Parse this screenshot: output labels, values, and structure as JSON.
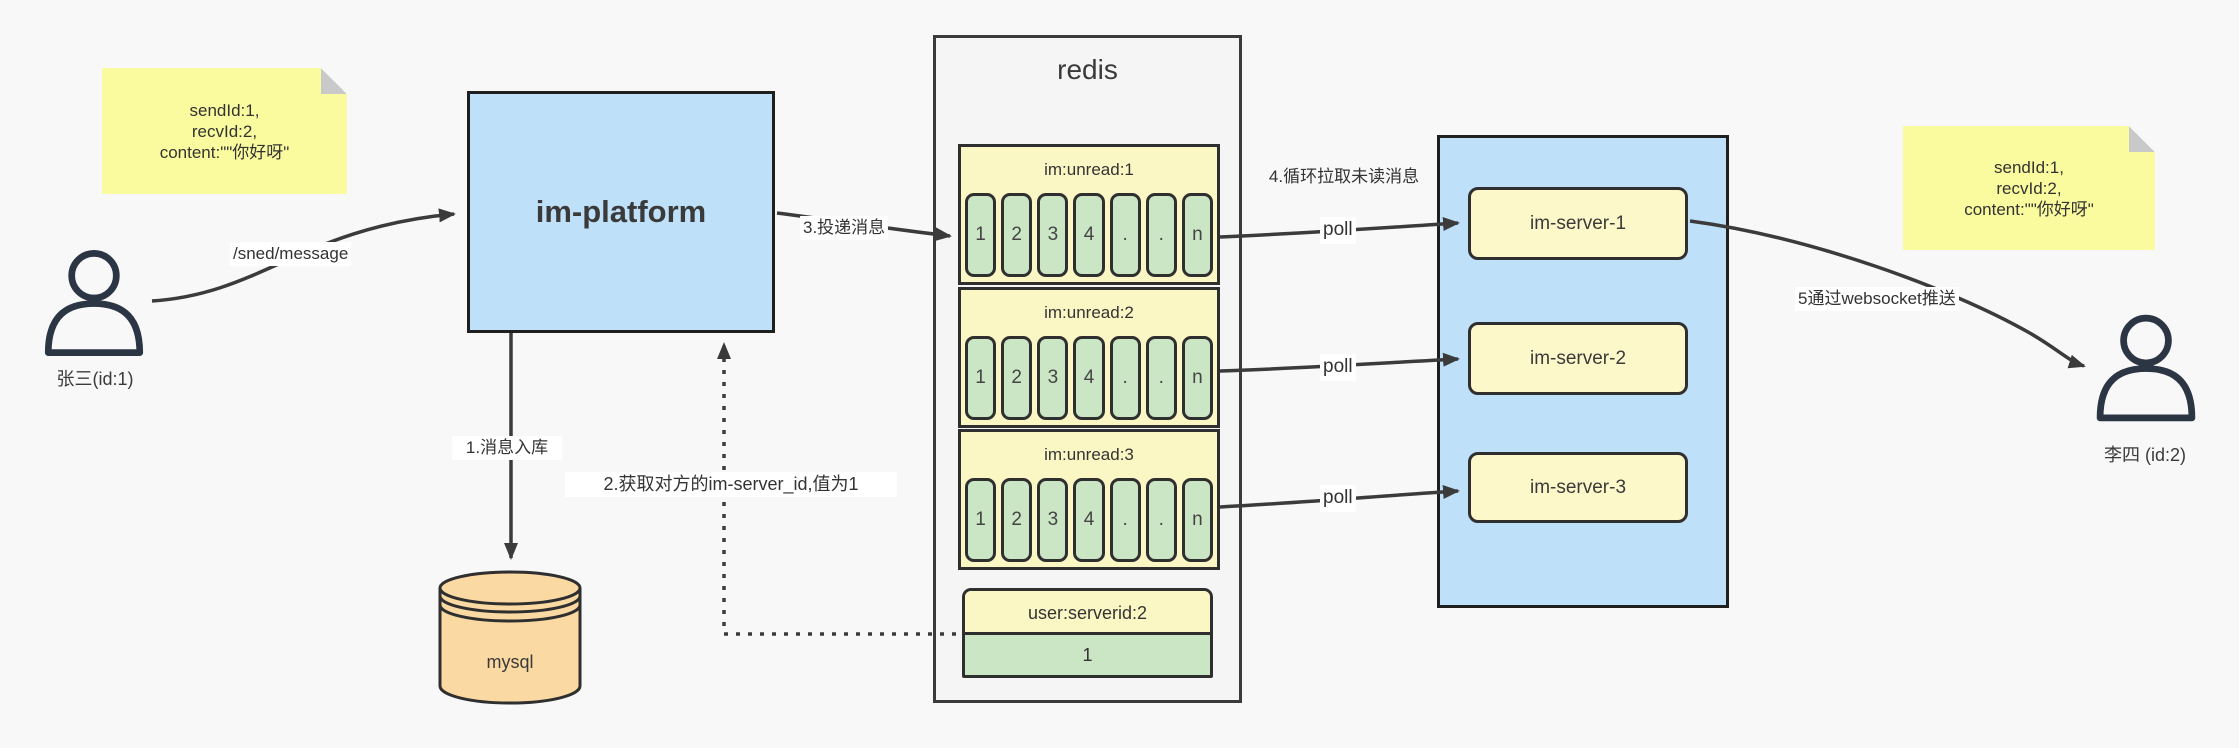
{
  "diagram": {
    "actor_left": {
      "label": "张三(id:1)"
    },
    "actor_right": {
      "label": "李四 (id:2)"
    },
    "note_left": {
      "lines": [
        "sendId:1,",
        "recvId:2,",
        "content:\"\"你好呀\""
      ]
    },
    "note_right": {
      "lines": [
        "sendId:1,",
        "recvId:2,",
        "content:\"\"你好呀\""
      ]
    },
    "platform": {
      "label": "im-platform"
    },
    "database": {
      "label": "mysql"
    },
    "redis": {
      "title": "redis",
      "queues": [
        {
          "header": "im:unread:1",
          "cells": [
            "1",
            "2",
            "3",
            "4",
            ".",
            ".",
            "n"
          ]
        },
        {
          "header": "im:unread:2",
          "cells": [
            "1",
            "2",
            "3",
            "4",
            ".",
            ".",
            "n"
          ]
        },
        {
          "header": "im:unread:3",
          "cells": [
            "1",
            "2",
            "3",
            "4",
            ".",
            ".",
            "n"
          ]
        }
      ],
      "kv": {
        "header": "user:serverid:2",
        "value": "1"
      }
    },
    "servers": [
      {
        "label": "im-server-1"
      },
      {
        "label": "im-server-2"
      },
      {
        "label": "im-server-3"
      }
    ],
    "edges": {
      "send": "/sned/message",
      "step1": "1.消息入库",
      "step2": "2.获取对方的im-server_id,值为1",
      "step3": "3.投递消息",
      "step4": "4.循环拉取未读消息",
      "poll": "poll",
      "step5": "5通过websocket推送"
    },
    "colors": {
      "background": "#f8f8f8",
      "note_yellow": "#fafa9e",
      "box_blue": "#bee0f8",
      "queue_yellow": "#fbf7c5",
      "cell_green": "#cbe6c4",
      "db_orange": "#fbd9a3",
      "container_gray": "#f5f5f5",
      "line": "#3b3b3b"
    }
  }
}
